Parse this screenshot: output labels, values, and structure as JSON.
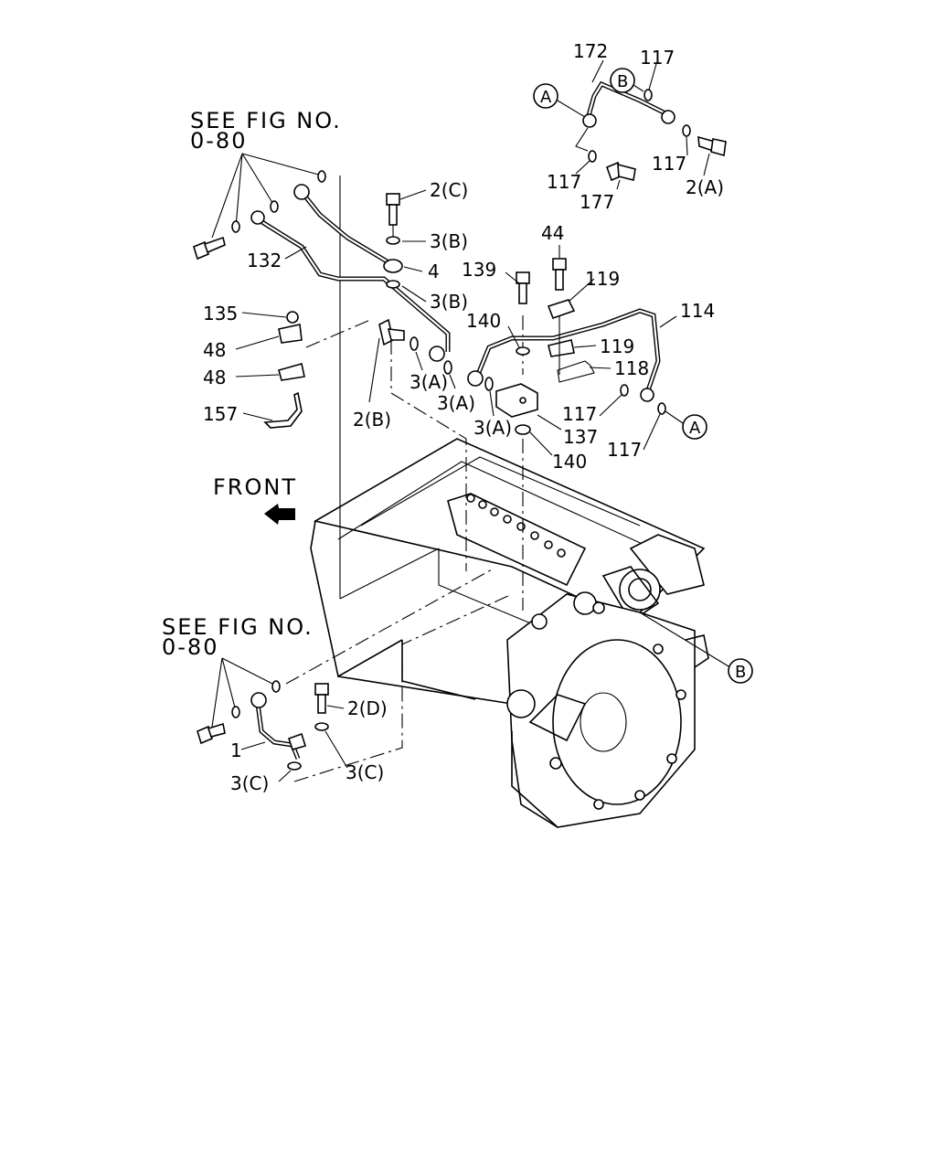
{
  "references": {
    "top": {
      "line1": "SEE FIG NO.",
      "line2": "0-80"
    },
    "bottom": {
      "line1": "SEE FIG NO.",
      "line2": "0-80"
    }
  },
  "front_label": "FRONT",
  "callouts": {
    "A_top": "A",
    "B_top": "B",
    "A_right": "A",
    "B_right": "B"
  },
  "labels": {
    "l172": "172",
    "l117_a": "117",
    "l117_b": "117",
    "l117_c": "117",
    "l177": "177",
    "l2A": "2(A)",
    "l2C": "2(C)",
    "l3B_a": "3(B)",
    "l4": "4",
    "l3B_b": "3(B)",
    "l132": "132",
    "l135": "135",
    "l48_a": "48",
    "l48_b": "48",
    "l157": "157",
    "l2B": "2(B)",
    "l3A_a": "3(A)",
    "l3A_b": "3(A)",
    "l3A_c": "3(A)",
    "l44": "44",
    "l139": "139",
    "l119_a": "119",
    "l114": "114",
    "l140_a": "140",
    "l119_b": "119",
    "l118": "118",
    "l117_d": "117",
    "l137": "137",
    "l117_e": "117",
    "l140_b": "140",
    "l2D": "2(D)",
    "l1": "1",
    "l3C_a": "3(C)",
    "l3C_b": "3(C)"
  }
}
